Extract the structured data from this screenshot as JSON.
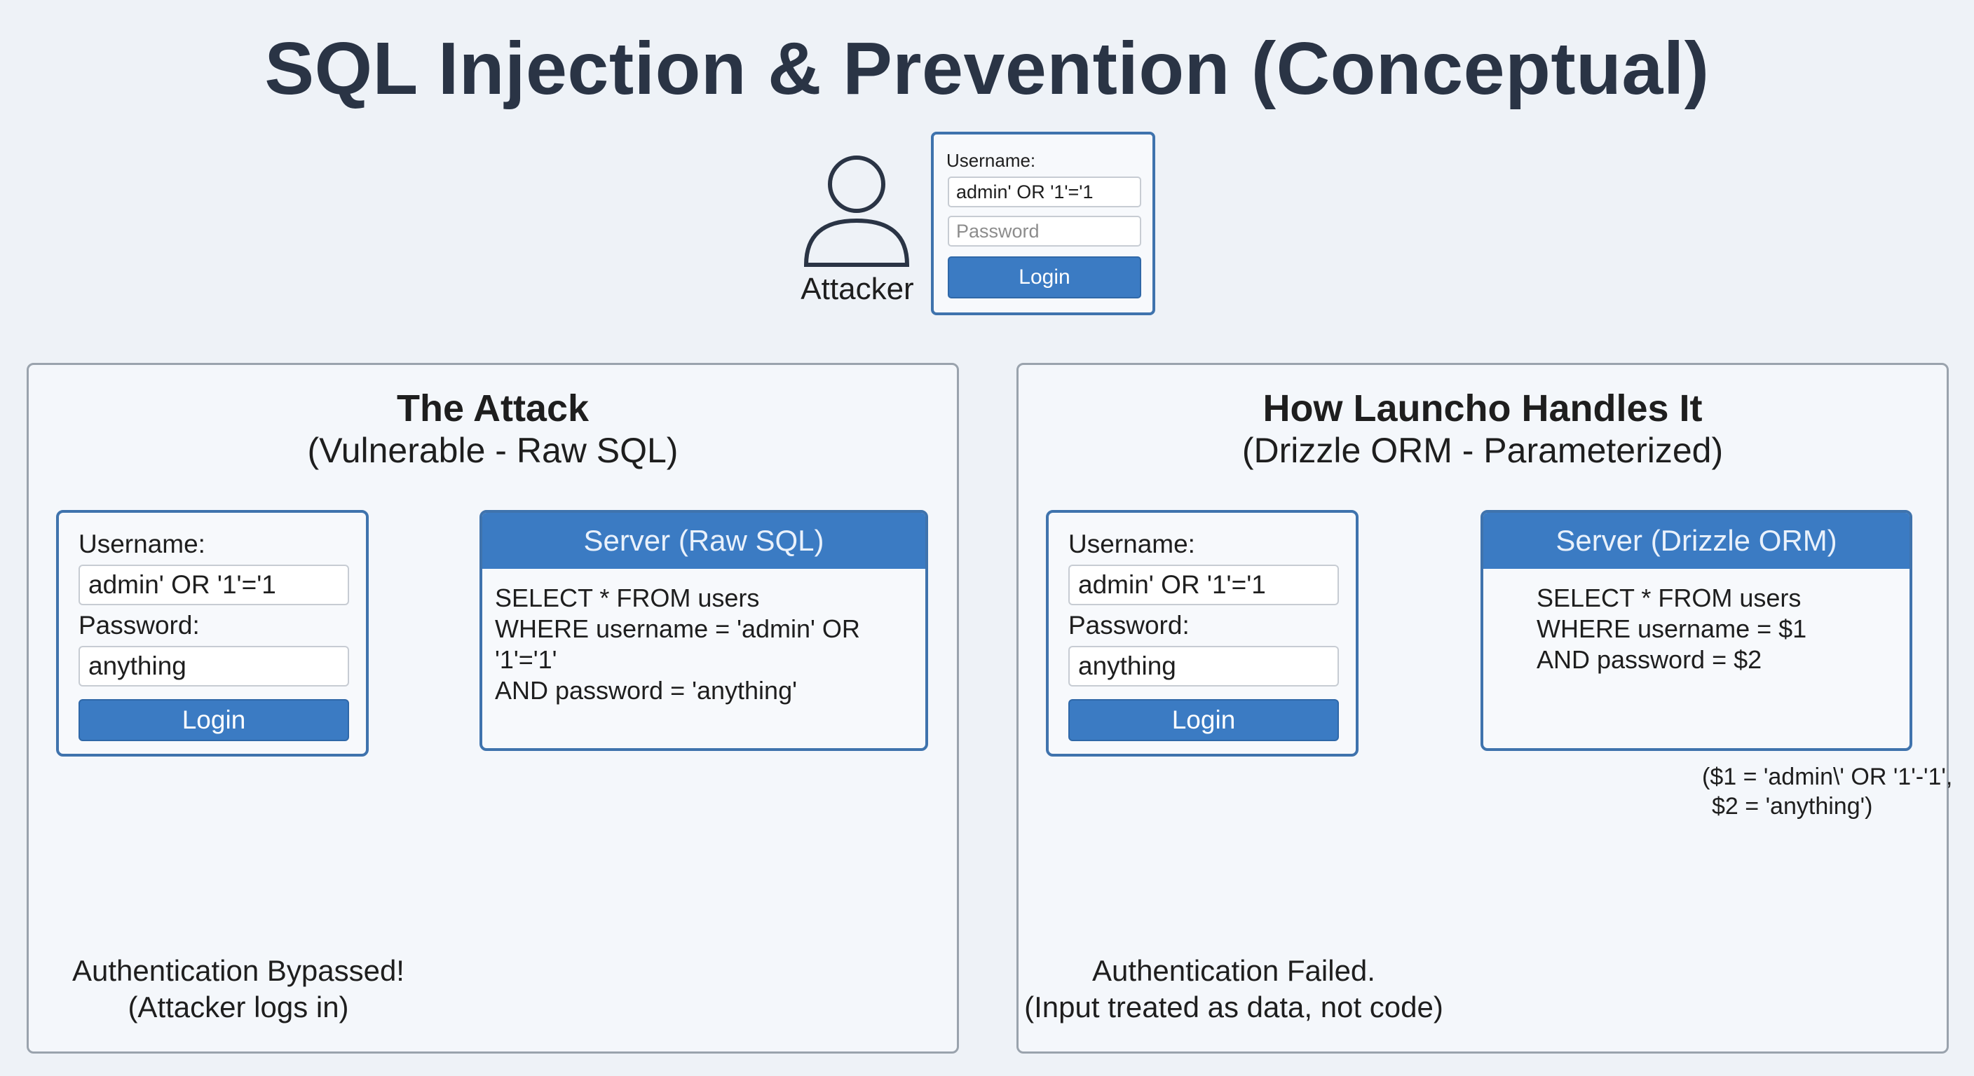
{
  "title": "SQL Injection & Prevention (Conceptual)",
  "attacker": {
    "label": "Attacker",
    "form": {
      "username_label": "Username:",
      "username_value": "admin' OR '1'='1",
      "password_placeholder": "Password",
      "login_label": "Login"
    }
  },
  "attack_panel": {
    "title": "The Attack",
    "subtitle": "(Vulnerable - Raw SQL)",
    "form": {
      "username_label": "Username:",
      "username_value": "admin' OR '1'='1",
      "password_label": "Password:",
      "password_value": "anything",
      "login_label": "Login"
    },
    "server": {
      "title": "Server (Raw SQL)",
      "lines": [
        "SELECT * FROM users",
        "WHERE username = 'admin' OR '1'='1'",
        "AND password = 'anything'"
      ]
    },
    "result": {
      "line1": "Authentication Bypassed!",
      "line2": "(Attacker logs in)",
      "icon": "checkmark-icon",
      "color": "#d3303a"
    }
  },
  "prevent_panel": {
    "title": "How Launcho Handles It",
    "subtitle": "(Drizzle ORM - Parameterized)",
    "form": {
      "username_label": "Username:",
      "username_value": "admin' OR '1'='1",
      "password_label": "Password:",
      "password_value": "anything",
      "login_label": "Login"
    },
    "server": {
      "title": "Server (Drizzle ORM)",
      "lines": [
        "SELECT * FROM users",
        "WHERE username = $1",
        "AND password = $2"
      ]
    },
    "params": {
      "line1": "($1 = 'admin\\' OR '1'-'1',",
      "line2": "$2 = 'anything')"
    },
    "result": {
      "line1": "Authentication Failed.",
      "line2": "(Input treated as data, not code)",
      "icon": "cross-icon",
      "color": "#3a9a48"
    }
  },
  "colors": {
    "accent": "#3b7bc3",
    "border": "#3f73ad",
    "background": "#eef2f7",
    "ink": "#2a3445"
  }
}
